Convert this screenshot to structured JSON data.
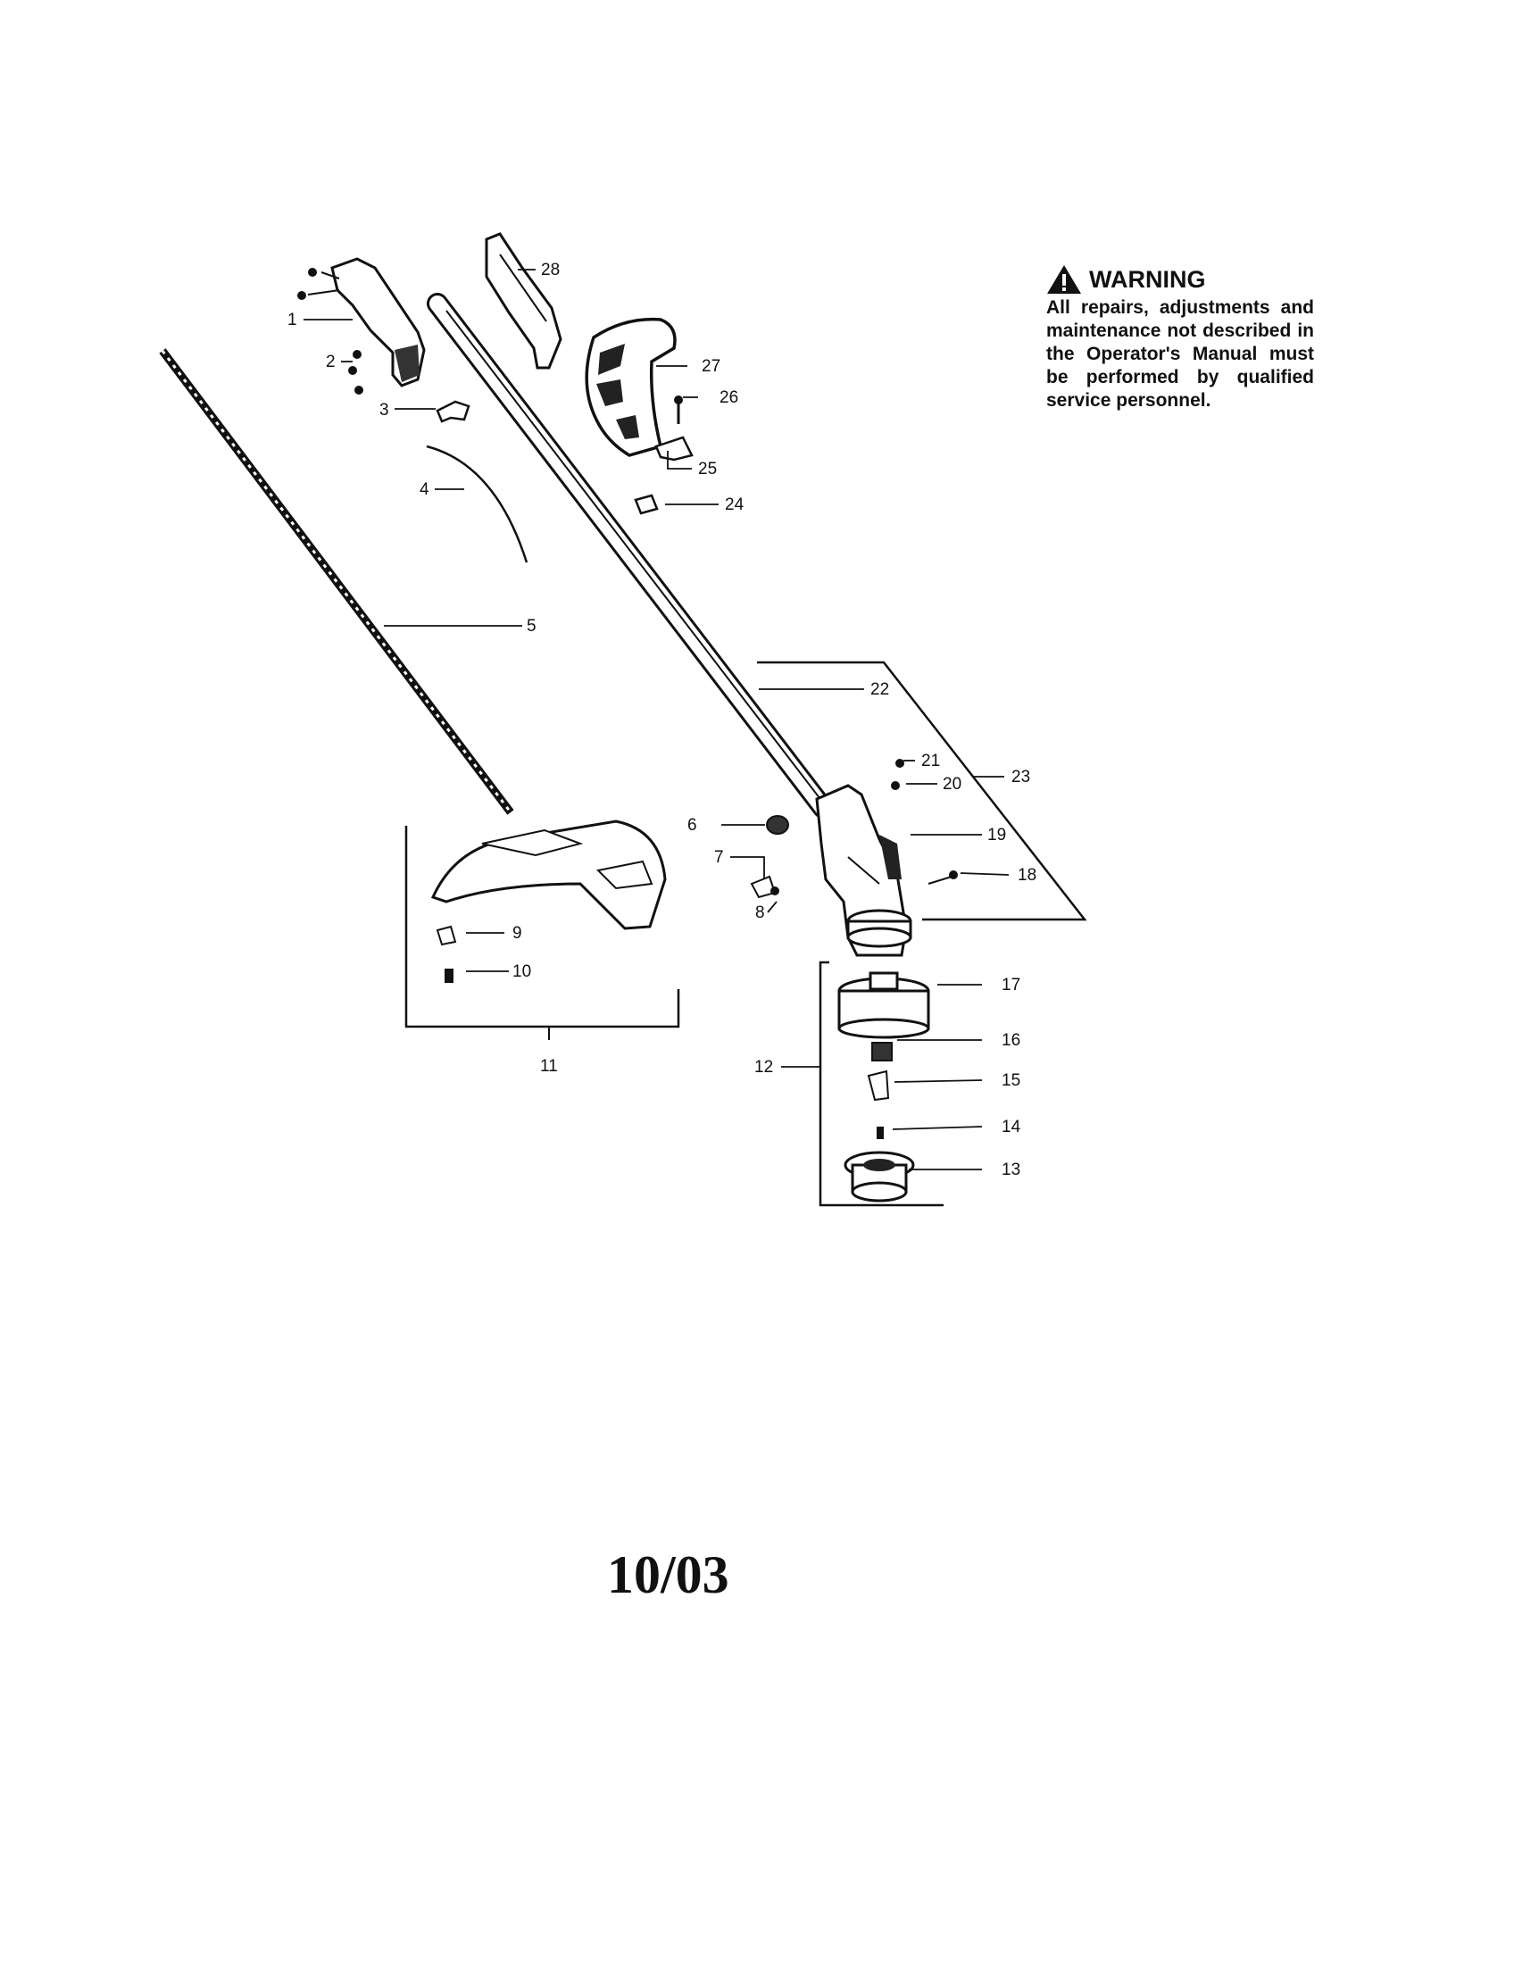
{
  "warning": {
    "title": "WARNING",
    "icon": "warning-triangle-icon",
    "text": "All repairs, adjustments and maintenance not described in the Operator's Manual must be performed by qualified service personnel."
  },
  "date_code": "10/03",
  "parts": {
    "p1": "1",
    "p2": "2",
    "p3": "3",
    "p4": "4",
    "p5": "5",
    "p6": "6",
    "p7": "7",
    "p8": "8",
    "p9": "9",
    "p10": "10",
    "p11": "11",
    "p12": "12",
    "p13": "13",
    "p14": "14",
    "p15": "15",
    "p16": "16",
    "p17": "17",
    "p18": "18",
    "p19": "19",
    "p20": "20",
    "p21": "21",
    "p22": "22",
    "p23": "23",
    "p24": "24",
    "p25": "25",
    "p26": "26",
    "p27": "27",
    "p28": "28"
  }
}
